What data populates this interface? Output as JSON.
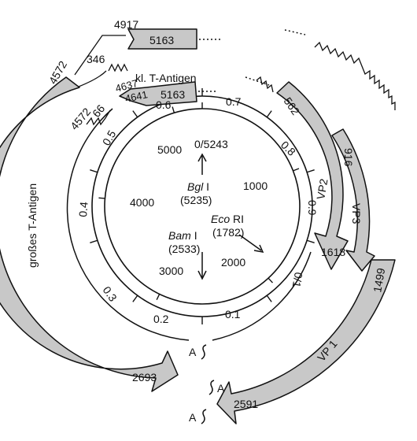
{
  "diagram": {
    "map_units": [
      "0.1",
      "0.2",
      "0.3",
      "0.4",
      "0.5",
      "0.6",
      "0.7",
      "0.8",
      "0.9",
      "0/1"
    ],
    "nucleotide_labels": [
      "0/5243",
      "1000",
      "2000",
      "3000",
      "4000",
      "5000"
    ],
    "sites": {
      "bgl_name": "Bgl",
      "bgl_suffix": "I",
      "bgl_pos": "(5235)",
      "eco_name": "Eco",
      "eco_suffix": "RI",
      "eco_pos": "(1782)",
      "bam_name": "Bam",
      "bam_suffix": "I",
      "bam_pos": "(2533)"
    },
    "genes": {
      "large_t": "großes T-Antigen",
      "small_t": "kl. T-Antigen",
      "vp1": "VP 1",
      "vp2": "VP2",
      "vp3": "VP3"
    },
    "positions": {
      "p4917": "4917",
      "p346": "346",
      "p5163_top": "5163",
      "p4572_top": "4572",
      "p4637": "4637",
      "p4641": "4641",
      "p5163_small": "5163",
      "p66": "66",
      "p4572_small": "4572",
      "p562": "562",
      "p916": "916",
      "p1618": "1618",
      "p1499": "1499",
      "p2693": "2693",
      "p2591": "2591"
    },
    "polyA": "A"
  }
}
